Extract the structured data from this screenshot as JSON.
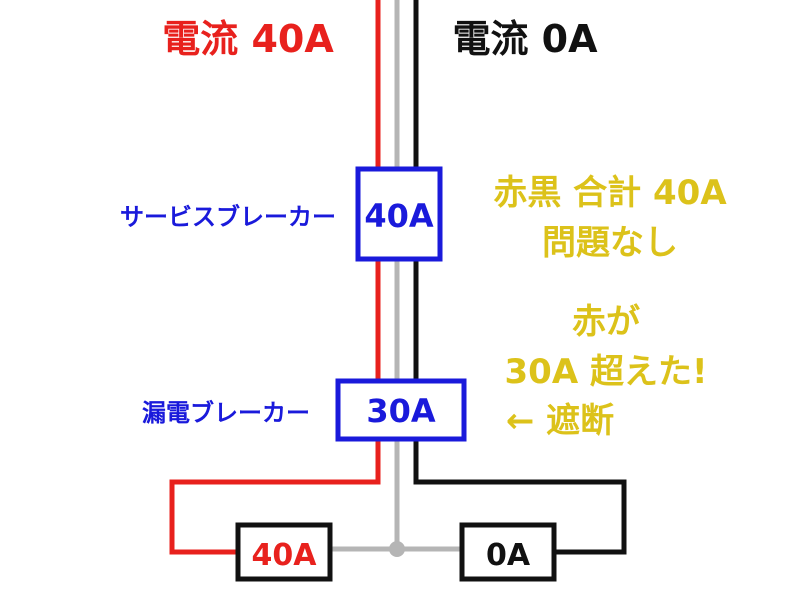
{
  "colors": {
    "red": "#e8211d",
    "black": "#111111",
    "gray": "#b5b5b5",
    "blue": "#1a1adb",
    "yellow": "#dcc21a"
  },
  "labels": {
    "red_current": "電流 40A",
    "black_current": "電流 0A",
    "service_breaker": "サービスブレーカー",
    "leakage_breaker": "漏電ブレーカー"
  },
  "boxes": {
    "service_rating": "40A",
    "leakage_rating": "30A",
    "load_left": "40A",
    "load_right": "0A"
  },
  "notes": {
    "service_line1": "赤黒 合計 40A",
    "service_line2": "問題なし",
    "leakage_line1": "赤が",
    "leakage_line2": "30A 超えた!",
    "leakage_line3": "← 遮断"
  }
}
